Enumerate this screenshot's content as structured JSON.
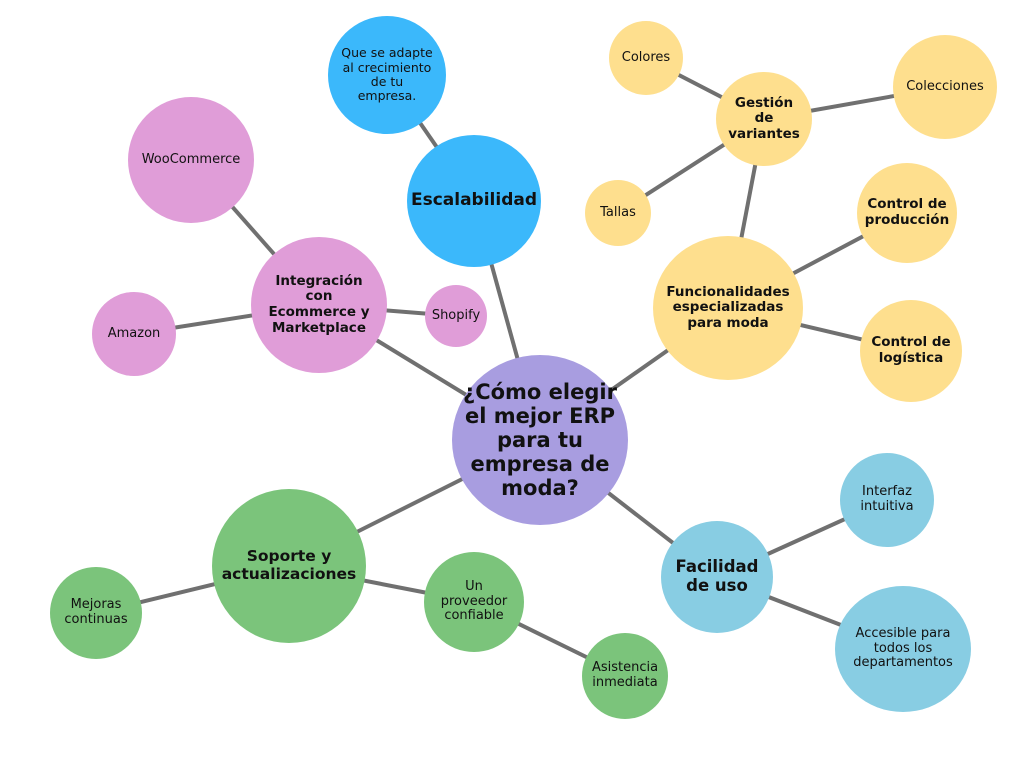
{
  "title": "¿Cómo elegir el mejor ERP para tu empresa de moda?",
  "colors": {
    "center": "#a89de0",
    "escalabilidad": "#3bb8fb",
    "integracion": "#e09dd8",
    "funcionalidades": "#fedf8e",
    "soporte": "#7bc47b",
    "facilidad": "#88cde3",
    "edge": "#707070"
  },
  "nodes": {
    "center": {
      "label": "¿Cómo elegir el mejor ERP para tu empresa de moda?",
      "lines": [
        "¿Cómo elegir",
        "el mejor ERP",
        "para tu",
        "empresa de",
        "moda?"
      ]
    },
    "escalabilidad": {
      "label": "Escalabilidad",
      "lines": [
        "Escalabilidad"
      ]
    },
    "escalabilidad_crecimiento": {
      "label": "Que se adapte al crecimiento de tu empresa.",
      "lines": [
        "Que se adapte",
        "al crecimiento",
        "de tu",
        "empresa."
      ]
    },
    "integracion": {
      "label": "Integración con Ecommerce y Marketplace",
      "lines": [
        "Integración",
        "con",
        "Ecommerce y",
        "Marketplace"
      ]
    },
    "woocommerce": {
      "label": "WooCommerce",
      "lines": [
        "WooCommerce"
      ]
    },
    "amazon": {
      "label": "Amazon",
      "lines": [
        "Amazon"
      ]
    },
    "shopify": {
      "label": "Shopify",
      "lines": [
        "Shopify"
      ]
    },
    "funcionalidades": {
      "label": "Funcionalidades especializadas para moda",
      "lines": [
        "Funcionalidades",
        "especializadas",
        "para moda"
      ]
    },
    "gestion_variantes": {
      "label": "Gestión de variantes",
      "lines": [
        "Gestión",
        "de",
        "variantes"
      ]
    },
    "colores": {
      "label": "Colores",
      "lines": [
        "Colores"
      ]
    },
    "colecciones": {
      "label": "Colecciones",
      "lines": [
        "Colecciones"
      ]
    },
    "tallas": {
      "label": "Tallas",
      "lines": [
        "Tallas"
      ]
    },
    "control_produccion": {
      "label": "Control de producción",
      "lines": [
        "Control de",
        "producción"
      ]
    },
    "control_logistica": {
      "label": "Control de logística",
      "lines": [
        "Control de",
        "logística"
      ]
    },
    "soporte": {
      "label": "Soporte y actualizaciones",
      "lines": [
        "Soporte y",
        "actualizaciones"
      ]
    },
    "mejoras": {
      "label": "Mejoras continuas",
      "lines": [
        "Mejoras",
        "continuas"
      ]
    },
    "proveedor": {
      "label": "Un proveedor confiable",
      "lines": [
        "Un",
        "proveedor",
        "confiable"
      ]
    },
    "asistencia": {
      "label": "Asistencia inmediata",
      "lines": [
        "Asistencia",
        "inmediata"
      ]
    },
    "facilidad": {
      "label": "Facilidad de uso",
      "lines": [
        "Facilidad",
        "de uso"
      ]
    },
    "interfaz": {
      "label": "Interfaz intuitiva",
      "lines": [
        "Interfaz",
        "intuitiva"
      ]
    },
    "accesible": {
      "label": "Accesible para todos los departamentos",
      "lines": [
        "Accesible para",
        "todos los",
        "departamentos"
      ]
    }
  },
  "edges": [
    [
      "center",
      "escalabilidad"
    ],
    [
      "escalabilidad",
      "escalabilidad_crecimiento"
    ],
    [
      "center",
      "integracion"
    ],
    [
      "integracion",
      "woocommerce"
    ],
    [
      "integracion",
      "amazon"
    ],
    [
      "integracion",
      "shopify"
    ],
    [
      "center",
      "funcionalidades"
    ],
    [
      "funcionalidades",
      "gestion_variantes"
    ],
    [
      "gestion_variantes",
      "colores"
    ],
    [
      "gestion_variantes",
      "colecciones"
    ],
    [
      "gestion_variantes",
      "tallas"
    ],
    [
      "funcionalidades",
      "control_produccion"
    ],
    [
      "funcionalidades",
      "control_logistica"
    ],
    [
      "center",
      "soporte"
    ],
    [
      "soporte",
      "mejoras"
    ],
    [
      "soporte",
      "proveedor"
    ],
    [
      "proveedor",
      "asistencia"
    ],
    [
      "center",
      "facilidad"
    ],
    [
      "facilidad",
      "interfaz"
    ],
    [
      "facilidad",
      "accesible"
    ]
  ]
}
